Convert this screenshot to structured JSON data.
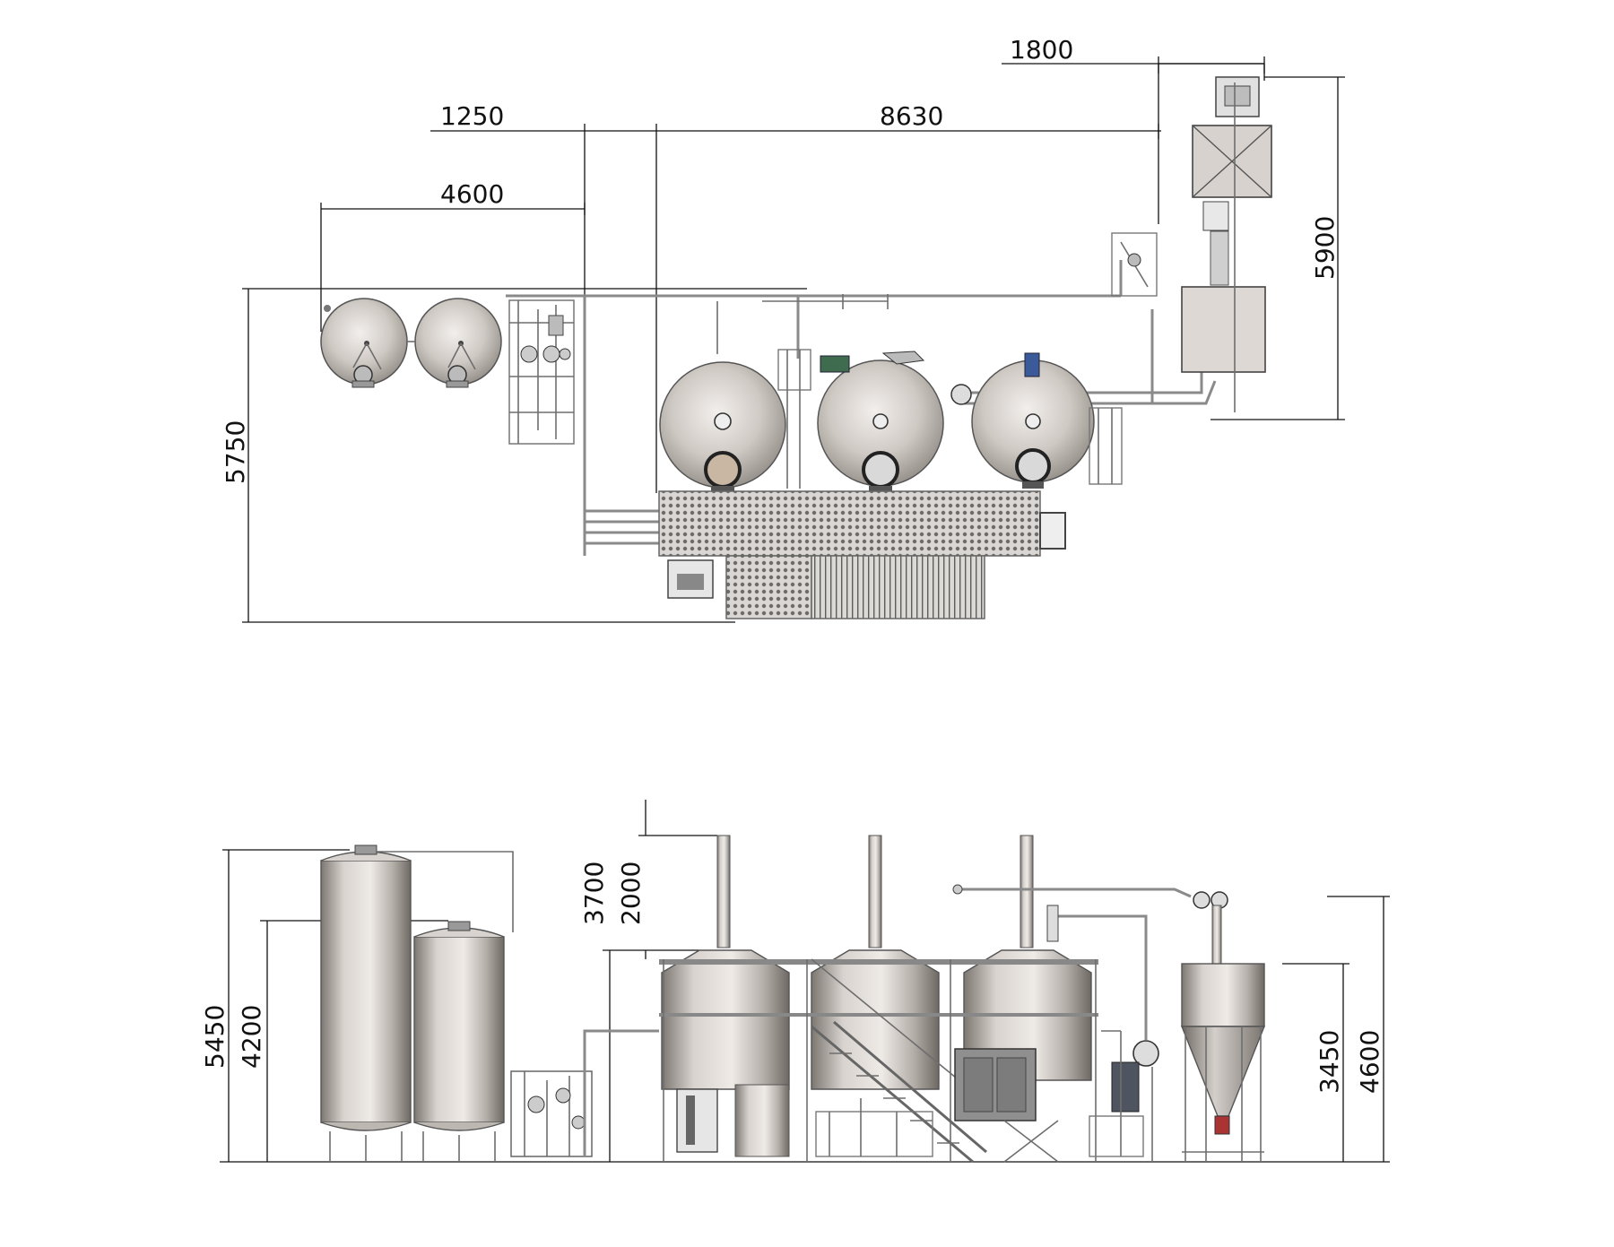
{
  "dimensions": {
    "plan": {
      "top_width": "1800",
      "tank_gap": "1250",
      "brewhouse_width": "8630",
      "fermenter_width": "4600",
      "total_depth": "5750",
      "mill_depth": "5900"
    },
    "elevation": {
      "tank_tall": "5450",
      "tank_short": "4200",
      "chimney_total": "3700",
      "chimney_top": "2000",
      "silo_hopper": "3450",
      "silo_total": "4600"
    }
  }
}
